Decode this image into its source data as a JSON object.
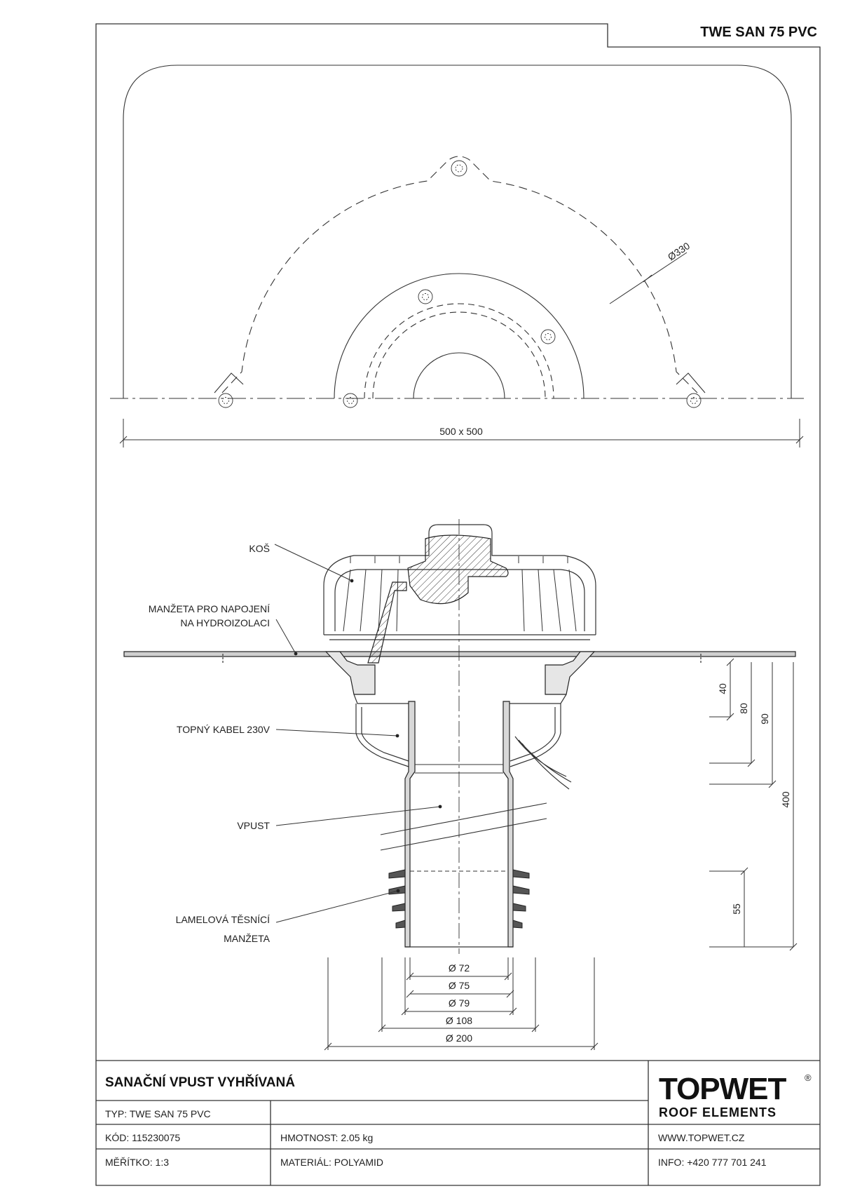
{
  "product_code": "TWE SAN 75 PVC",
  "plan_view": {
    "diameter_label": "Ø330",
    "size_label": "500 x 500"
  },
  "section_labels": {
    "kos": "KOŠ",
    "manzeta_line1": "MANŽETA PRO NAPOJENÍ",
    "manzeta_line2": "NA HYDROIZOLACI",
    "kabel": "TOPNÝ KABEL 230V",
    "vpust": "VPUST",
    "lamelova_line1": "LAMELOVÁ TĚSNÍCÍ",
    "lamelova_line2": "MANŽETA"
  },
  "dimensions": {
    "vertical": [
      "40",
      "80",
      "90",
      "400",
      "55"
    ],
    "diameters": [
      "Ø 72",
      "Ø 75",
      "Ø 79",
      "Ø 108",
      "Ø 200"
    ]
  },
  "title_block": {
    "title": "SANAČNÍ VPUST VYHŘÍVANÁ",
    "typ": "TYP: TWE SAN 75 PVC",
    "kod": "KÓD: 115230075",
    "hmotnost": "HMOTNOST:  2.05 kg",
    "meritko": "MĚŘÍTKO: 1:3",
    "material": "MATERIÁL: POLYAMID",
    "web": "WWW.TOPWET.CZ",
    "info": "INFO: +420 777 701 241"
  },
  "logo": {
    "name": "TOPWET",
    "registered": "®",
    "tagline": "ROOF ELEMENTS"
  }
}
